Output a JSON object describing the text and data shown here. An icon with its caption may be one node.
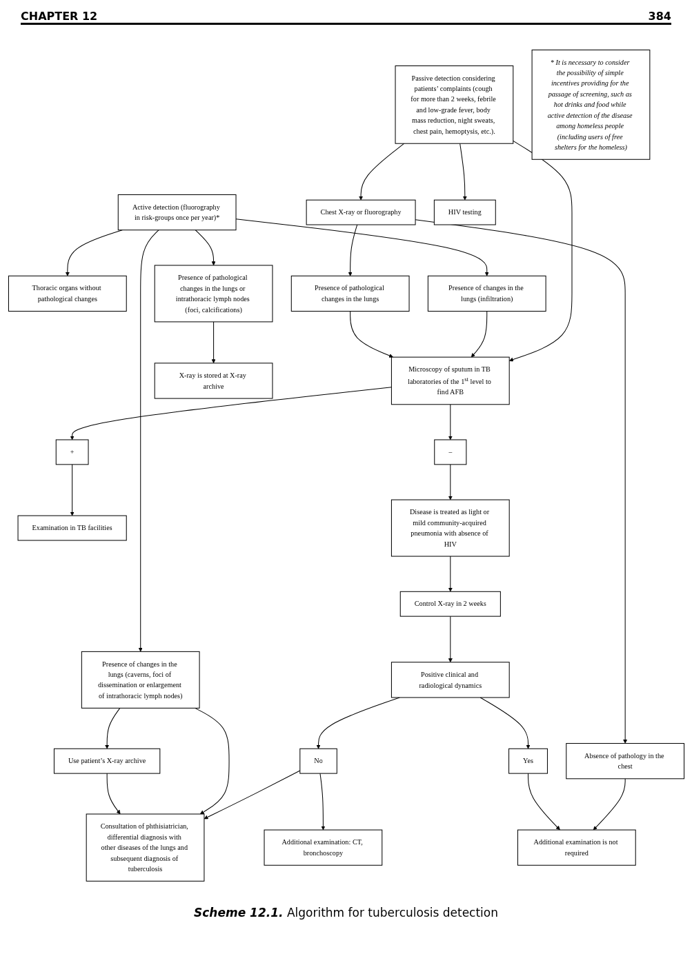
{
  "diagram": {
    "caption": "**Scheme 12.1.** Algorithm for tuberculosis detection",
    "nodes": [
      {
        "text": [
          "Active detection (fluorography in risk-groups once per year)*"
        ]
      },
      {
        "text": [
          "Passive detection considering patients’ complaints (cough for more than 2 weeks, febrile and low-grade fever, body mass reduction, night sweats, chest pain, hemoptysis, etc.)."
        ]
      },
      {
        "text": [
          "HIV testing"
        ]
      },
      {
        "text": [
          "Thoracic organs without pathological changes"
        ]
      },
      {
        "text": [
          "Presence of pathological changes in the lungs or intrathoracic lymph nodes (foci, calcifications)"
        ]
      },
      {
        "text": [
          "Presence of changes in the lungs (caverns, foci of dissemination or enlargement of intrathoracic lymph nodes)"
        ]
      },
      {
        "text": [
          "Presence of changes in the lungs (infiltration)"
        ]
      },
      {
        "text": [
          "Microscopy of sputum in TB laboratories of the 1$^{st}$ level to find AFB"
        ]
      },
      {
        "text": [
          "Chest X-ray or fluorography"
        ]
      },
      {
        "text": [
          "X-ray is stored at X-ray archive"
        ]
      },
      {
        "text": [
          "Use patient’s X-ray archive"
        ]
      },
      {
        "text": [
          "+"
        ]
      },
      {
        "text": [
          "–"
        ]
      },
      {
        "text": [
          "Presence of pathological changes in the lungs"
        ]
      },
      {
        "text": [
          "Absence of pathology in the chest"
        ]
      },
      {
        "text": [
          "Examination in TB facilities"
        ]
      },
      {
        "text": [
          "Additional examination is not required"
        ]
      },
      {
        "text": [
          "* It is necessary to consider the possibility of simple incentives providing for the passage of screening, such as hot drinks and food while active detection of the disease among homeless people (including users of free shelters for the homeless)"
        ]
      },
      {
        "text": [
          "Disease is treated as light or mild community-acquired pneumonia with absence of HIV"
        ]
      },
      {
        "text": [
          "Control X-ray in 2 weeks"
        ]
      },
      {
        "text": [
          "Positive clinical and radiological dynamics"
        ]
      },
      {
        "text": [
          "Additional examination: CT, bronchoscopy"
        ]
      },
      {
        "text": [
          "No"
        ]
      },
      {
        "text": [
          "Yes"
        ]
      },
      {
        "text": [
          "Consultation of phthisiatrician, differential diagnosis with other diseases of the lungs and subsequent diagnosis of tuberculosis"
        ]
      }
    ],
    "edges": [
      {
        "from": 0,
        "to": 3,
        "arrow": "to"
      },
      {
        "from": 0,
        "to": 5,
        "arrow": "to"
      },
      {
        "from": 0,
        "to": 4,
        "arrow": "to"
      },
      {
        "from": 0,
        "to": 6,
        "arrow": "to"
      },
      {
        "from": 1,
        "to": 2,
        "arrow": "to"
      },
      {
        "from": 1,
        "to": 7,
        "arrow": "to"
      },
      {
        "from": 1,
        "to": 8,
        "arrow": "to"
      },
      {
        "from": 6,
        "to": 7,
        "arrow": "to"
      },
      {
        "from": 8,
        "to": 14,
        "arrow": "to"
      },
      {
        "from": 8,
        "to": 13,
        "arrow": "to"
      },
      {
        "from": 13,
        "to": 7,
        "arrow": "to"
      },
      {
        "from": 7,
        "to": 12,
        "arrow": "to"
      },
      {
        "from": 7,
        "to": 11,
        "arrow": "to"
      },
      {
        "from": 11,
        "to": 15,
        "arrow": "to"
      },
      {
        "from": 12,
        "to": 18,
        "arrow": "to"
      },
      {
        "from": 14,
        "to": 16,
        "arrow": "to"
      },
      {
        "from": 18,
        "to": 19,
        "arrow": "to"
      },
      {
        "from": 19,
        "to": 20,
        "arrow": "to"
      },
      {
        "from": 20,
        "to": 23,
        "arrow": "to"
      },
      {
        "from": 20,
        "to": 22,
        "arrow": "to"
      },
      {
        "from": 23,
        "to": 16,
        "arrow": "to"
      },
      {
        "from": 22,
        "to": 21,
        "arrow": "to"
      },
      {
        "from": 22,
        "to": 24,
        "arrow": "to"
      },
      {
        "from": 5,
        "to": 24,
        "arrow": "to"
      },
      {
        "from": 5,
        "to": 10,
        "arrow": "to"
      },
      {
        "from": 10,
        "to": 24,
        "arrow": "to"
      },
      {
        "from": 4,
        "to": 9,
        "arrow": "to"
      }
    ],
    "labels": [
      "CHAPTER 12",
      "384"
    ]
  }
}
